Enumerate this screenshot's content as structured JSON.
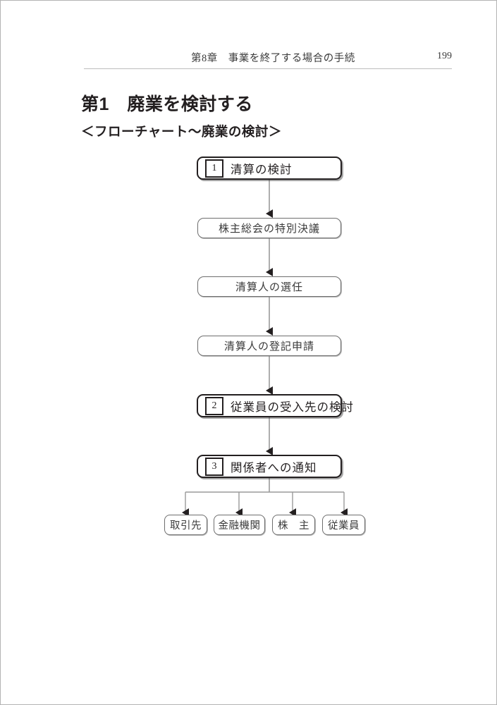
{
  "page": {
    "running_head": "第8章　事業を終了する場合の手続",
    "page_number": "199",
    "section_title": "第1　廃業を検討する",
    "section_subtitle": "＜フローチャート～廃業の検討＞"
  },
  "flowchart": {
    "nodes": [
      {
        "id": "n1",
        "number": "1",
        "label": "清算の検討",
        "style": "major"
      },
      {
        "id": "n2",
        "number": null,
        "label": "株主総会の特別決議",
        "style": "plain"
      },
      {
        "id": "n3",
        "number": null,
        "label": "清算人の選任",
        "style": "plain"
      },
      {
        "id": "n4",
        "number": null,
        "label": "清算人の登記申請",
        "style": "plain"
      },
      {
        "id": "n5",
        "number": "2",
        "label": "従業員の受入先の検討",
        "style": "major"
      },
      {
        "id": "n6",
        "number": "3",
        "label": "関係者への通知",
        "style": "major"
      }
    ],
    "leaves": [
      {
        "id": "l1",
        "label": "取引先"
      },
      {
        "id": "l2",
        "label": "金融機関"
      },
      {
        "id": "l3",
        "label": "株　主"
      },
      {
        "id": "l4",
        "label": "従業員"
      }
    ],
    "colors": {
      "node_border_major": "#231f20",
      "node_border_plain": "#6e6e6e",
      "connector": "#8a8a8a",
      "arrow_head": "#231f20",
      "text": "#231f20"
    }
  }
}
